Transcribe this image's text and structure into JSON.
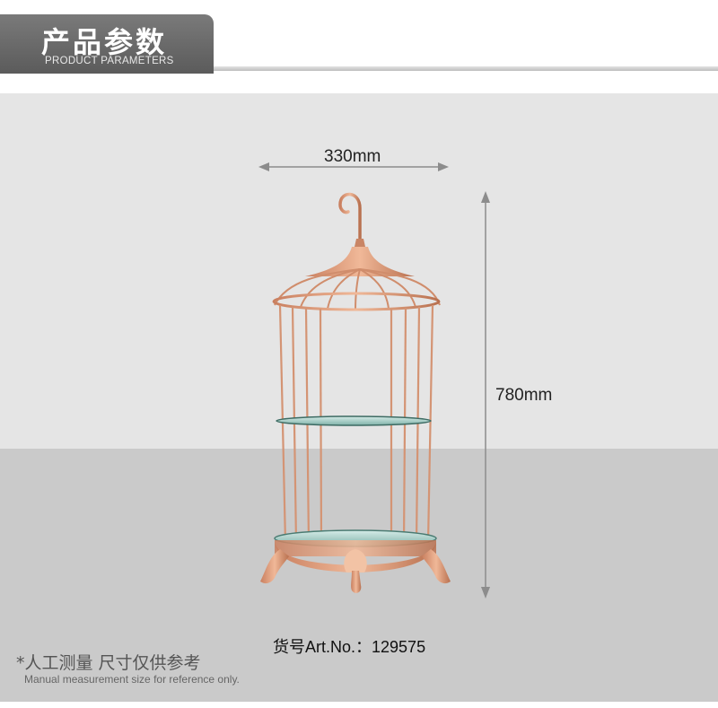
{
  "header": {
    "title": "产品参数",
    "subtitle": "PRODUCT PARAMETERS"
  },
  "dimensions": {
    "width_label": "330mm",
    "height_label": "780mm"
  },
  "product": {
    "art_no_label": "货号Art.No.：129575"
  },
  "note": {
    "chinese": "*人工测量 尺寸仅供参考",
    "english": "Manual measurement size for reference only."
  },
  "colors": {
    "rose_gold": "#d49474",
    "glass": "#9fc7c0",
    "dimension_line": "#8c8c8c"
  }
}
